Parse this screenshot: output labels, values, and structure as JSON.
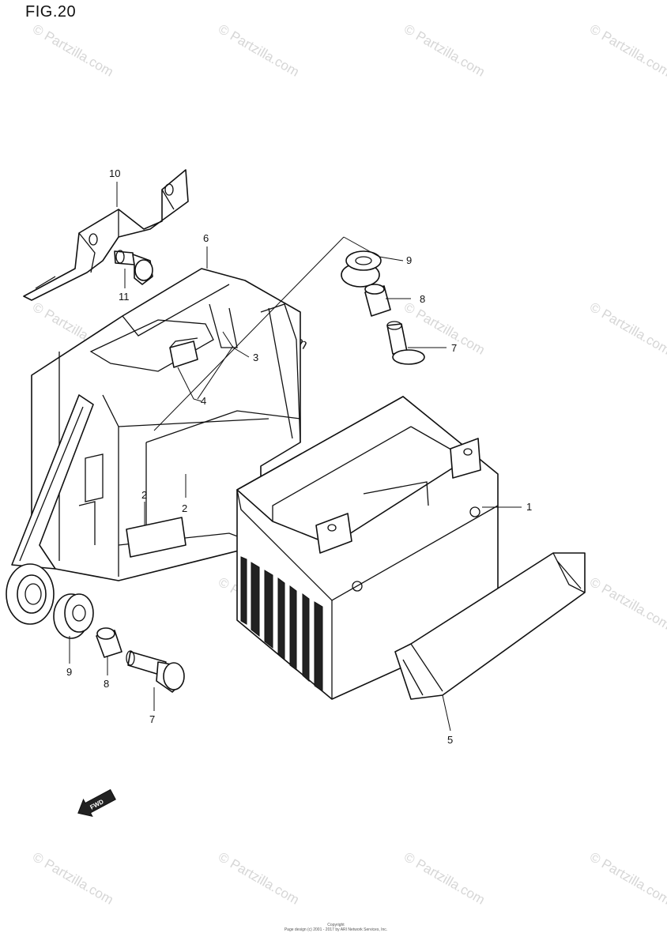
{
  "figure": {
    "title": "FIG.20"
  },
  "watermark": {
    "text": "© Partzilla.com"
  },
  "labels": {
    "p1": "1",
    "p2a": "2",
    "p2b": "2",
    "p3": "3",
    "p4": "4",
    "p5": "5",
    "p6": "6",
    "p7a": "7",
    "p7b": "7",
    "p8a": "8",
    "p8b": "8",
    "p9a": "9",
    "p9b": "9",
    "p10": "10",
    "p11": "11"
  },
  "icons": {
    "forward_arrow": "FWD"
  },
  "footer": {
    "line1": "Copyright",
    "line2": "Page design (c) 2001 - 2017 by ARI Network Services, Inc."
  }
}
